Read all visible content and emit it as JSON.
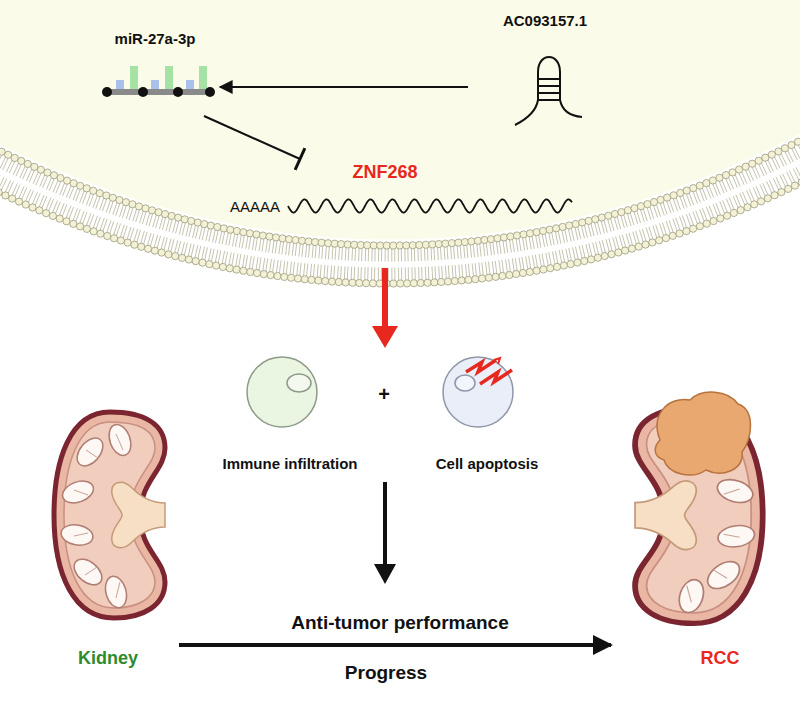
{
  "diagram": {
    "nodes": [
      {
        "text": [
          "miR-27a-3p"
        ]
      },
      {
        "text": [
          "AC093157.1"
        ]
      },
      {
        "text": [
          "ZNF268",
          "AAAAA"
        ]
      },
      {
        "text": [
          "Immune infiltration"
        ]
      },
      {
        "text": [
          "Cell apoptosis"
        ]
      },
      {
        "text": [
          "Kidney"
        ]
      },
      {
        "text": [
          "RCC"
        ]
      }
    ],
    "edges": [
      {
        "from": 1,
        "to": 0,
        "arrow": "to"
      },
      {
        "from": 0,
        "to": 2,
        "arrow": "to"
      },
      {
        "from": 5,
        "to": 6,
        "arrow": "to"
      }
    ],
    "labels": [
      "+",
      "Anti-tumor performance",
      "Progress"
    ]
  }
}
